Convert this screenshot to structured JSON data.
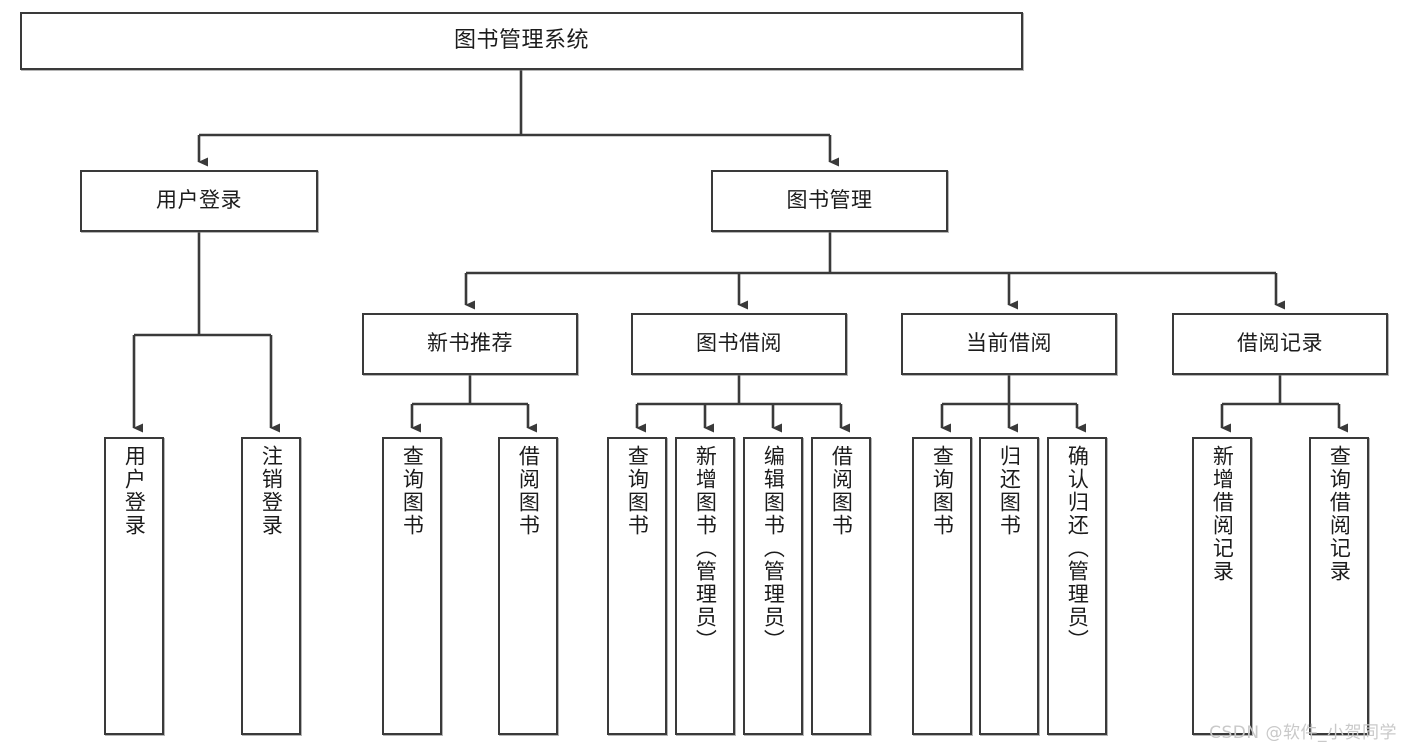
{
  "diagram": {
    "title": "图书管理系统",
    "watermark": "CSDN @软件_小贺同学",
    "stroke_color": "#3a3a3a",
    "background_color": "#ffffff",
    "text_color": "#1c1c1c",
    "nodes": {
      "root": "图书管理系统",
      "level2": {
        "user_login": "用户登录",
        "book_management": "图书管理"
      },
      "level3": {
        "new_book_recommend": "新书推荐",
        "book_borrow": "图书借阅",
        "current_borrow": "当前借阅",
        "borrow_record": "借阅记录"
      },
      "leaves": {
        "user_login_1": "用户登录",
        "user_login_2": "注销登录",
        "new_book_1": "查询图书",
        "new_book_2": "借阅图书",
        "book_borrow_1": "查询图书",
        "book_borrow_2": "新增图书（管理员）",
        "book_borrow_3": "编辑图书（管理员）",
        "book_borrow_4": "借阅图书",
        "current_borrow_1": "查询图书",
        "current_borrow_2": "归还图书",
        "current_borrow_3": "确认归还（管理员）",
        "borrow_record_1": "新增借阅记录",
        "borrow_record_2": "查询借阅记录"
      }
    }
  }
}
